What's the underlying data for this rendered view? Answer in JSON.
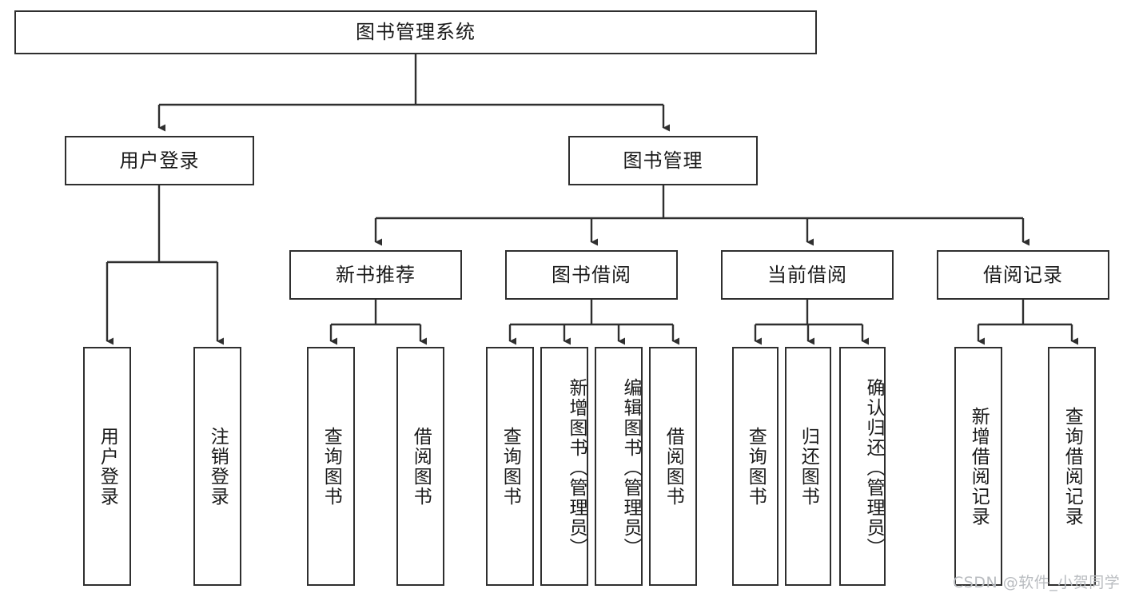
{
  "diagram": {
    "title": "图书管理系统",
    "type": "tree-hierarchy-chart",
    "colors": {
      "box_border": "#2f2f2f",
      "box_fill": "#ffffff",
      "connector": "#2f2f2f",
      "text": "#1a1a1a",
      "watermark": "#b9bcc0"
    },
    "root": {
      "label": "图书管理系统"
    },
    "level2": [
      {
        "label": "用户登录"
      },
      {
        "label": "图书管理"
      }
    ],
    "level3": [
      {
        "label": "新书推荐"
      },
      {
        "label": "图书借阅"
      },
      {
        "label": "当前借阅"
      },
      {
        "label": "借阅记录"
      }
    ],
    "leaves": {
      "user_login": [
        {
          "label": "用户登录"
        },
        {
          "label": "注销登录"
        }
      ],
      "new_book_recommend": [
        {
          "label": "查询图书"
        },
        {
          "label": "借阅图书"
        }
      ],
      "book_borrow": [
        {
          "label": "查询图书"
        },
        {
          "label": "新增图书（管理员）"
        },
        {
          "label": "编辑图书（管理员）"
        },
        {
          "label": "借阅图书"
        }
      ],
      "current_borrow": [
        {
          "label": "查询图书"
        },
        {
          "label": "归还图书"
        },
        {
          "label": "确认归还（管理员）"
        }
      ],
      "borrow_record": [
        {
          "label": "新增借阅记录"
        },
        {
          "label": "查询借阅记录"
        }
      ]
    },
    "watermark": "CSDN @软件_小贺同学"
  }
}
